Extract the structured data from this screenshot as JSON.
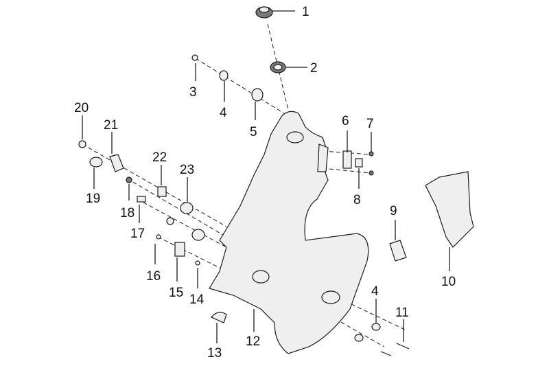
{
  "diagram": {
    "callouts": [
      {
        "id": "c1",
        "text": "1"
      },
      {
        "id": "c2",
        "text": "2"
      },
      {
        "id": "c3",
        "text": "3"
      },
      {
        "id": "c4a",
        "text": "4"
      },
      {
        "id": "c5",
        "text": "5"
      },
      {
        "id": "c6",
        "text": "6"
      },
      {
        "id": "c7",
        "text": "7"
      },
      {
        "id": "c8",
        "text": "8"
      },
      {
        "id": "c9",
        "text": "9"
      },
      {
        "id": "c10",
        "text": "10"
      },
      {
        "id": "c4b",
        "text": "4"
      },
      {
        "id": "c11",
        "text": "11"
      },
      {
        "id": "c12",
        "text": "12"
      },
      {
        "id": "c13",
        "text": "13"
      },
      {
        "id": "c14",
        "text": "14"
      },
      {
        "id": "c15",
        "text": "15"
      },
      {
        "id": "c16",
        "text": "16"
      },
      {
        "id": "c17",
        "text": "17"
      },
      {
        "id": "c18",
        "text": "18"
      },
      {
        "id": "c19",
        "text": "19"
      },
      {
        "id": "c20",
        "text": "20"
      },
      {
        "id": "c21",
        "text": "21"
      },
      {
        "id": "c22",
        "text": "22"
      },
      {
        "id": "c23",
        "text": "23"
      }
    ]
  }
}
